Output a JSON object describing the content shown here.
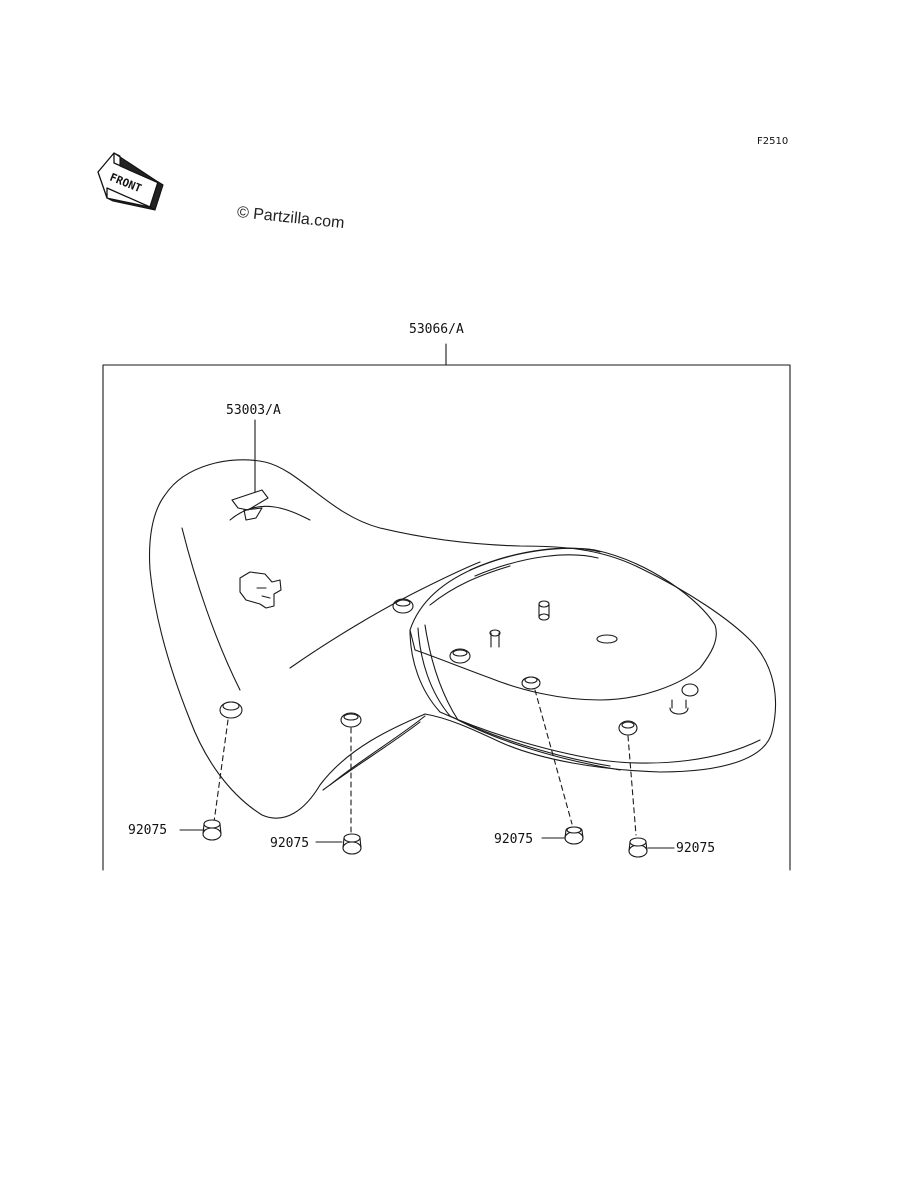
{
  "figure_code": "F2510",
  "front_arrow_text": "FRONT",
  "watermark": "© Partzilla.com",
  "parts": {
    "assembly": "53066/A",
    "cover": "53003/A",
    "damper_1": "92075",
    "damper_2": "92075",
    "damper_3": "92075",
    "damper_4": "92075"
  },
  "footer": {
    "line1": "",
    "line2": ""
  }
}
